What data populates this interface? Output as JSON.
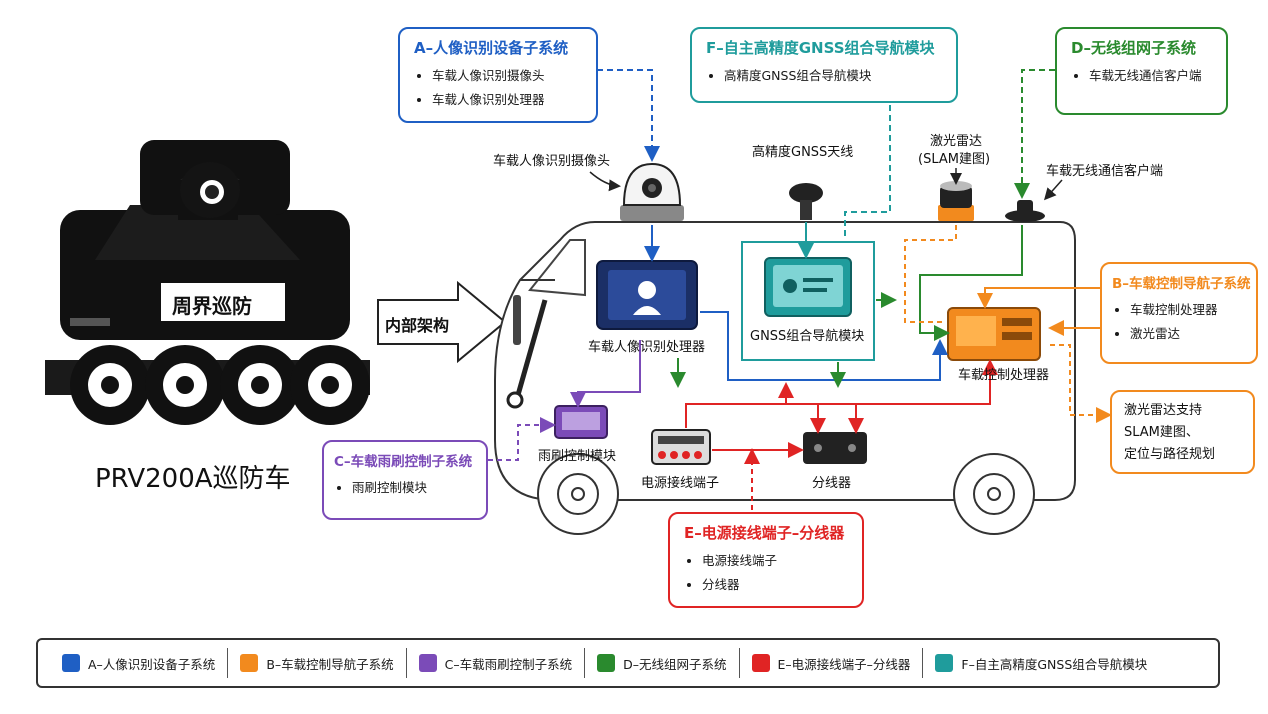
{
  "colors": {
    "A": "#1f5fc4",
    "B": "#f28a1e",
    "C": "#7b4bb8",
    "D": "#2a8a2e",
    "E": "#e02424",
    "F": "#1f9c9c"
  },
  "robot": {
    "sign": "周界巡防",
    "name": "PRV200A巡防车"
  },
  "arrow_label": "内部架构",
  "boxes": {
    "A": {
      "title": "A–人像识别设备子系统",
      "items": [
        "车载人像识别摄像头",
        "车载人像识别处理器"
      ]
    },
    "F": {
      "title": "F–自主高精度GNSS组合导航模块",
      "items": [
        "高精度GNSS组合导航模块"
      ]
    },
    "D": {
      "title": "D–无线组网子系统",
      "items": [
        "车载无线通信客户端"
      ]
    },
    "B": {
      "title": "B–车载控制导航子系统",
      "items": [
        "车载控制处理器",
        "激光雷达"
      ]
    },
    "C": {
      "title": "C–车载雨刷控制子系统",
      "items": [
        "雨刷控制模块"
      ]
    },
    "E": {
      "title": "E–电源接线端子–分线器",
      "items": [
        "电源接线端子",
        "分线器"
      ]
    }
  },
  "note": [
    "激光雷达支持",
    "SLAM建图、",
    "定位与路径规划"
  ],
  "labels": {
    "camera": "车载人像识别摄像头",
    "gnss_antenna": "高精度GNSS天线",
    "lidar_1": "激光雷达",
    "lidar_2": "(SLAM建图)",
    "wireless": "车载无线通信客户端",
    "face_proc": "车载人像识别处理器",
    "gnss_module": "GNSS组合导航模块",
    "control_proc": "车载控制处理器",
    "wiper": "雨刷控制模块",
    "terminal": "电源接线端子",
    "splitter": "分线器"
  },
  "legend": [
    {
      "color": "#1f5fc4",
      "label": "A–人像识别设备子系统"
    },
    {
      "color": "#f28a1e",
      "label": "B–车载控制导航子系统"
    },
    {
      "color": "#7b4bb8",
      "label": "C–车载雨刷控制子系统"
    },
    {
      "color": "#2a8a2e",
      "label": "D–无线组网子系统"
    },
    {
      "color": "#e02424",
      "label": "E–电源接线端子–分线器"
    },
    {
      "color": "#1f9c9c",
      "label": "F–自主高精度GNSS组合导航模块"
    }
  ]
}
